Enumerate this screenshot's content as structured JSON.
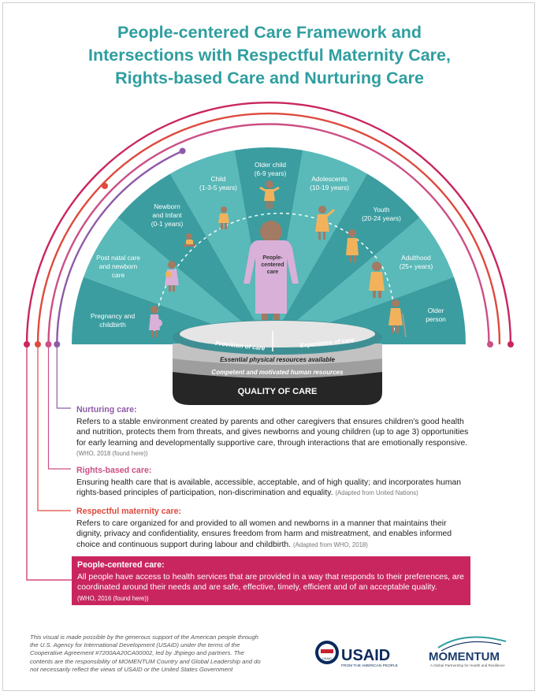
{
  "title": {
    "line1": "People-centered Care Framework and",
    "line2": "Intersections with Respectful Maternity Care,",
    "line3": "Rights-based Care and Nurturing Care"
  },
  "stages": [
    {
      "l1": "Pregnancy and",
      "l2": "childbirth"
    },
    {
      "l1": "Post natal care",
      "l2": "and newborn",
      "l3": "care"
    },
    {
      "l1": "Newborn",
      "l2": "and Infant",
      "l3": "(0-1 years)"
    },
    {
      "l1": "Child",
      "l2": "(1-3-5 years)"
    },
    {
      "l1": "Older child",
      "l2": "(6-9 years)"
    },
    {
      "l1": "Adolescents",
      "l2": "(10-19 years)"
    },
    {
      "l1": "Youth",
      "l2": "(20-24 years)"
    },
    {
      "l1": "Adulthood",
      "l2": "(25+ years)"
    },
    {
      "l1": "Older",
      "l2": "person"
    }
  ],
  "center_figure": {
    "l1": "People-",
    "l2": "centered",
    "l3": "care"
  },
  "platform": {
    "provision": "Provision of care",
    "experience": "Experience of care",
    "essential": "Essential physical resources available",
    "competent": "Competent and motivated human resources",
    "quality": "QUALITY OF CARE"
  },
  "sections": {
    "nurturing": {
      "heading": "Nurturing care:",
      "body": "Refers to a stable environment created by parents and other caregivers that ensures children's good health and nutrition, protects them from threats, and gives newborns and young children (up to age 3) opportunities for early learning and developmentally supportive care, through interactions that are emotionally responsive.",
      "source": "(WHO, 2018 (found here))"
    },
    "rights": {
      "heading": "Rights-based care:",
      "body": "Ensuring health care that is available, accessible, acceptable, and of high quality; and incorporates human rights-based principles of participation, non-discrimination and equality.",
      "source": "(Adapted from United Nations)"
    },
    "respectful": {
      "heading": "Respectful maternity care:",
      "body": "Refers to care organized for and provided to all women and newborns in a manner that maintains their dignity, privacy and confidentiality, ensures freedom from harm and mistreatment, and enables informed choice and continuous support during labour and childbirth.",
      "source": "(Adapted from WHO, 2018)"
    },
    "people": {
      "heading": "People-centered care:",
      "body": "All people have access to health services that are provided in a way that responds to their preferences, are coordinated around their needs and are safe, effective, timely, efficient and of an acceptable quality.",
      "source": "(WHO, 2016 (found here))"
    }
  },
  "footer": {
    "note": "This visual is made possible by the generous support of the American people through the U.S. Agency for International Development (USAID) under the terms of the Cooperative Agreement #7200AA20CA00002, led by Jhpiego and partners. The contents are the responsibility of MOMENTUM Country and Global Leadership and do not necessarily reflect the views of USAID or the United States Government",
    "usaid_name": "USAID",
    "usaid_tagline": "FROM THE AMERICAN PEOPLE",
    "usaid_seal_text": "USAID",
    "momentum_name": "MOMENTUM",
    "momentum_tagline": "A Global Partnership for Health and Resilience"
  },
  "colors": {
    "title": "#2f9ea0",
    "teal_dark": "#3b9da0",
    "teal_light": "#5ab9b9",
    "nurturing": "#8e5aa8",
    "rights": "#cc4f85",
    "respectful": "#de4a3e",
    "people": "#c92660",
    "figure_orange": "#f2b25c",
    "figure_purple": "#d9b0d8",
    "skin": "#a37a63"
  }
}
